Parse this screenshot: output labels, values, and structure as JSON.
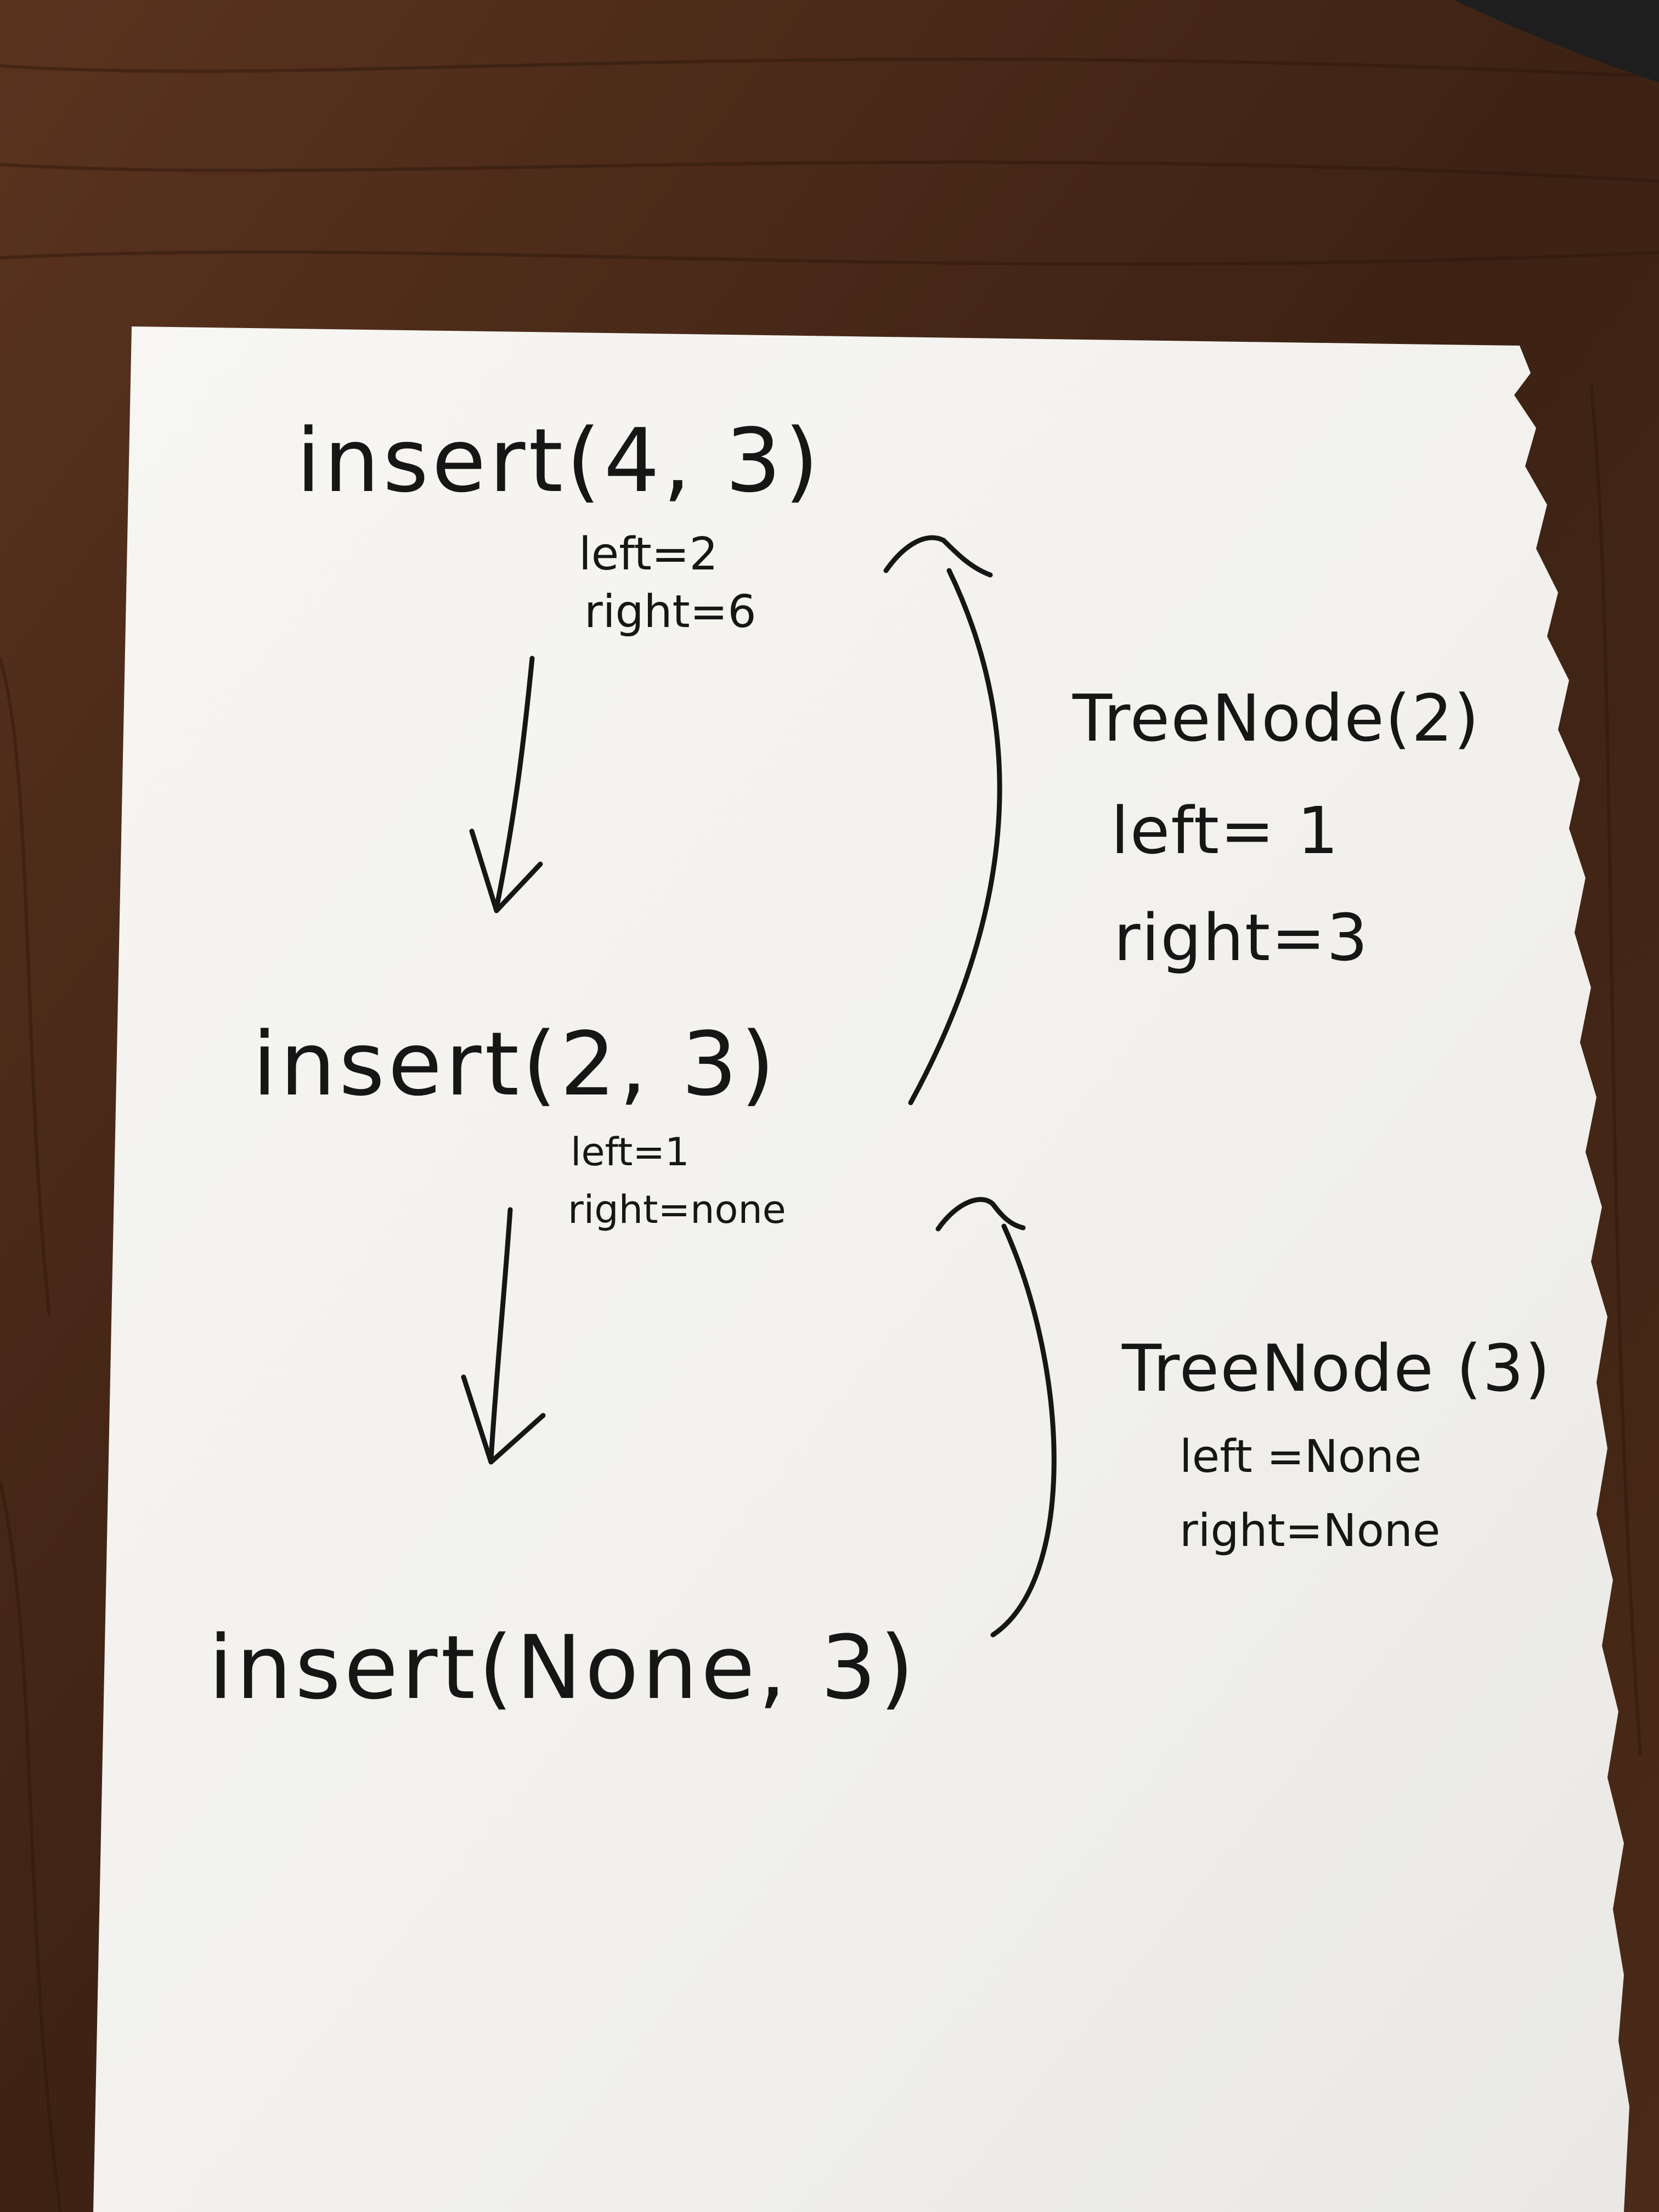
{
  "calls": [
    {
      "text": "insert(4, 3)",
      "left_note": "left=2",
      "right_note": "right=6"
    },
    {
      "text": "insert(2, 3)",
      "left_note": "left=1",
      "right_note": "right=none"
    },
    {
      "text": "insert(None, 3)"
    }
  ],
  "returns": [
    {
      "title": "TreeNode(2)",
      "left_note": "left= 1",
      "right_note": "right=3"
    },
    {
      "title": "TreeNode (3)",
      "left_note": "left =None",
      "right_note": "right=None"
    }
  ],
  "colors": {
    "table": "#4a2a19",
    "paper": "#f4f3f0",
    "ink": "#161616"
  }
}
